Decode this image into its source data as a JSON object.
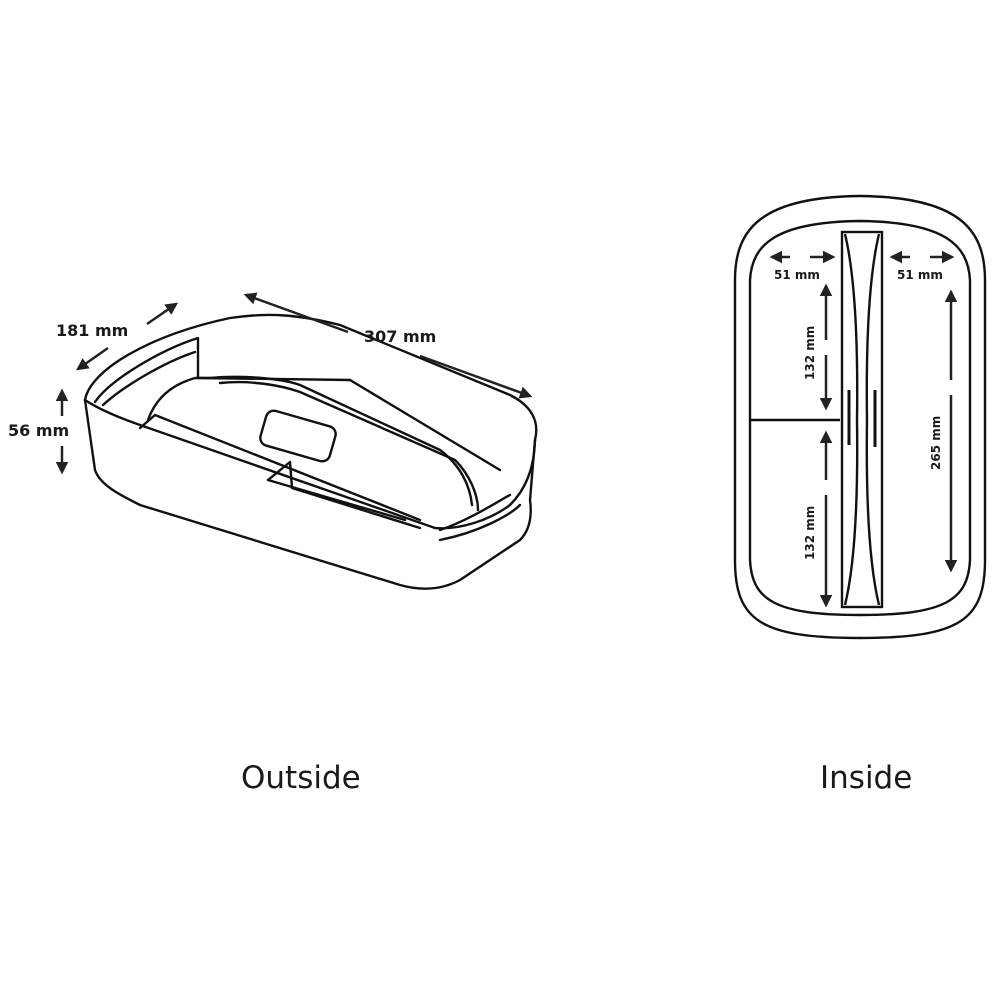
{
  "colors": {
    "line": "#111111",
    "background": "#ffffff"
  },
  "outside": {
    "caption": "Outside",
    "dimensions": {
      "depth": "181 mm",
      "length": "307 mm",
      "height": "56 mm"
    }
  },
  "inside": {
    "caption": "Inside",
    "dimensions": {
      "left_compartment_width": "51 mm",
      "right_compartment_width": "51 mm",
      "left_upper_length": "132 mm",
      "left_lower_length": "132 mm",
      "right_length": "265 mm"
    }
  }
}
